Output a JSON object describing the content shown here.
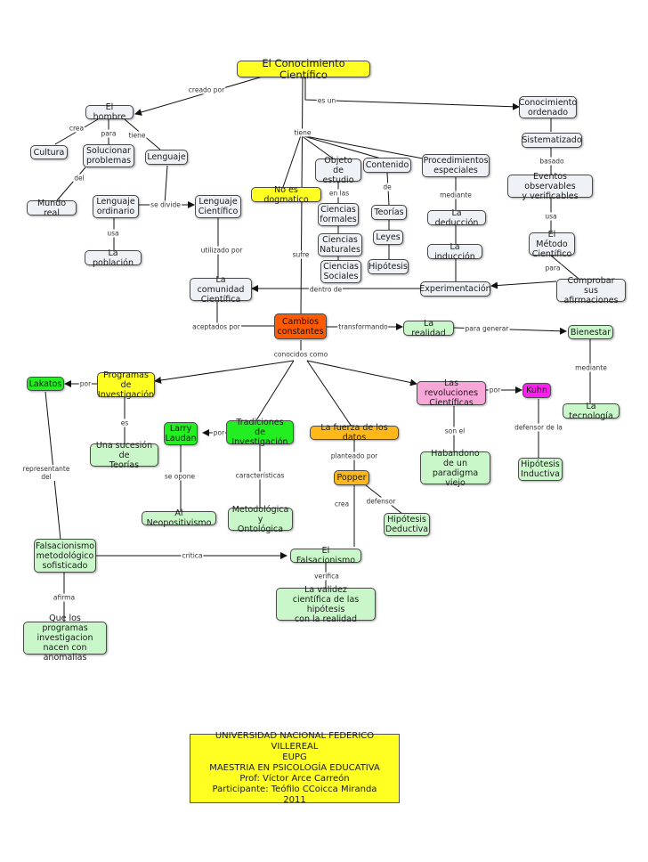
{
  "nodes": {
    "conocimiento": "El Conocimiento Científico",
    "hombre": "El hombre",
    "cultura": "Cultura",
    "solucionar": "Solucionar\nproblemas",
    "lenguaje": "Lenguaje",
    "mundo_real": "Mundo real",
    "lenguaje_ordinario": "Lenguaje\nordinario",
    "lenguaje_cientifico": "Lenguaje\nCientífico",
    "poblacion": "La población",
    "no_dogmatico": "No es dogmatico",
    "objeto": "Objeto de\nestudio",
    "contenido": "Contenido",
    "procedimientos": "Procedimientos\nespeciales",
    "conocimiento_ordenado": "Conocimiento\nordenado",
    "sistematizado": "Sistematizado",
    "eventos": "Eventos observables\ny verificables",
    "metodo": "El Método\nCientífico",
    "cc_naturales": "Ciencias\nNaturales",
    "cc_sociales": "Ciencias\nSociales",
    "ciencias": "Ciencias\nformales",
    "teorias": "Teorías",
    "leyes": "Leyes",
    "hipotesis": "Hipótesis",
    "deduccion": "La deducción",
    "induccion": "La inducción",
    "experimentacion": "Experimentación",
    "comprobar": "Comprobar\nsus afirmaciones",
    "comunidad": "La comunidad\nCientífica",
    "cambios": "Cambios\nconstantes",
    "realidad": "La realidad",
    "bienestar": "Bienestar",
    "tecnologia": "La tecnología",
    "lakatos": "Lakatos",
    "programas": "Programas de\nInvestigación",
    "sucesion": "Una sucesión de\nTeorías",
    "larry": "Larry\nLaudan",
    "tradiciones": "Tradiciones\nde Investigación",
    "neopositivismo": "Al Neopositivismo",
    "metodologica": "Metodológica y\nOntológica",
    "fuerza": "La fuerza de los datos",
    "popper": "Popper",
    "hip_deductiva": "Hipótesis\nDeductiva",
    "revoluciones": "Las revoluciones\nCientíficas",
    "kuhn": "Kuhn",
    "habandono": "Habandono\nde un paradigma\nviejo",
    "hip_inductiva": "Hipótesis\nInductiva",
    "falsacionismo_met": "Falsacionismo\nmetodológico\nsofisticado",
    "falsacionismo": "El Falsacionismo",
    "validez": "La validez\ncientífica de las hipótesis\ncon la realidad",
    "programas_anomalias": "Que los programas\ninvestigacion\nnacen con anomalias",
    "footer": "UNIVERSIDAD NACIONAL FEDERICO VILLEREAL\nEUPG\nMAESTRIA EN PSICOLOGÍA EDUCATIVA\nProf: Víctor Arce Carreón\nParticipante: Teófilo CCoicca Miranda\n2011"
  },
  "labels": {
    "creado_por": "creado por",
    "es_un": "es un",
    "crea": "crea",
    "para": "para",
    "tiene": "tiene",
    "del": "del",
    "se_divide": "se divide",
    "usa_1": "usa",
    "tiene_2": "tiene",
    "en_las": "en las",
    "de": "de",
    "mediante_1": "mediante",
    "basado": "basado",
    "usa_2": "usa",
    "para_2": "para",
    "utilizado_por": "utilizado por",
    "sufre": "sufre",
    "dentro_de": "dentro de",
    "aceptados_por": "aceptados por",
    "transformando": "transformando",
    "para_generar": "para generar",
    "mediante_2": "mediante",
    "conocidos_como": "conocidos como",
    "por_1": "por",
    "por_2": "por",
    "por_3": "por",
    "es": "es",
    "se_opone": "se opone",
    "caracteristicas": "características",
    "planteado_por": "planteado por",
    "crea_2": "crea",
    "defensor": "defensor",
    "son_el": "son el",
    "defensor_de_la": "defensor de la",
    "representante_del": "representante\ndel",
    "critica": "critica",
    "verifica": "verifica",
    "afirma": "afirma"
  }
}
